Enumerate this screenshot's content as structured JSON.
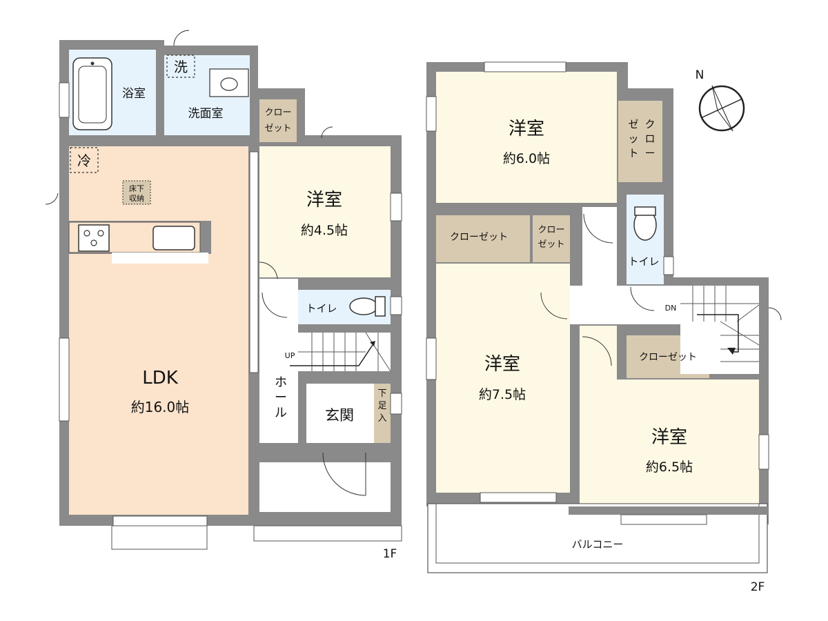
{
  "floors": {
    "first": {
      "label": "1F",
      "rooms": {
        "bath": "浴室",
        "washroom": "洗面室",
        "laundry_mark": "洗",
        "fridge_mark": "冷",
        "underfloor_line1": "床下",
        "underfloor_line2": "収納",
        "ldk_name": "LDK",
        "ldk_size": "約16.0帖",
        "closet_line1": "クロー",
        "closet_line2": "ゼット",
        "western_name": "洋室",
        "western_size": "約4.5帖",
        "toilet": "トイレ",
        "stairs_up": "UP",
        "hall_line1": "ホ",
        "hall_line2": "ー",
        "hall_line3": "ル",
        "entrance": "玄関",
        "shoe_line1": "下",
        "shoe_line2": "足",
        "shoe_line3": "入"
      }
    },
    "second": {
      "label": "2F",
      "rooms": {
        "western_a_name": "洋室",
        "western_a_size": "約6.0帖",
        "closet_v_col1_line1": "ゼ",
        "closet_v_col1_line2": "ッ",
        "closet_v_col1_line3": "ト",
        "closet_v_col2_line1": "ク",
        "closet_v_col2_line2": "ロ",
        "closet_v_col2_line3": "ー",
        "closet_wide": "クローゼット",
        "closet_small_line1": "クロー",
        "closet_small_line2": "ゼット",
        "toilet": "トイレ",
        "stairs_down": "DN",
        "western_b_name": "洋室",
        "western_b_size": "約7.5帖",
        "closet_c": "クローゼット",
        "western_c_name": "洋室",
        "western_c_size": "約6.5帖",
        "balcony": "バルコニー"
      }
    }
  },
  "compass": {
    "north": "N"
  },
  "colors": {
    "wall": "#8a8a8a",
    "ldk": "#fbe3cc",
    "room": "#fdf9e4",
    "wet": "#e6f3fc",
    "closet": "#d8cab0",
    "floor": "#ffffff"
  }
}
